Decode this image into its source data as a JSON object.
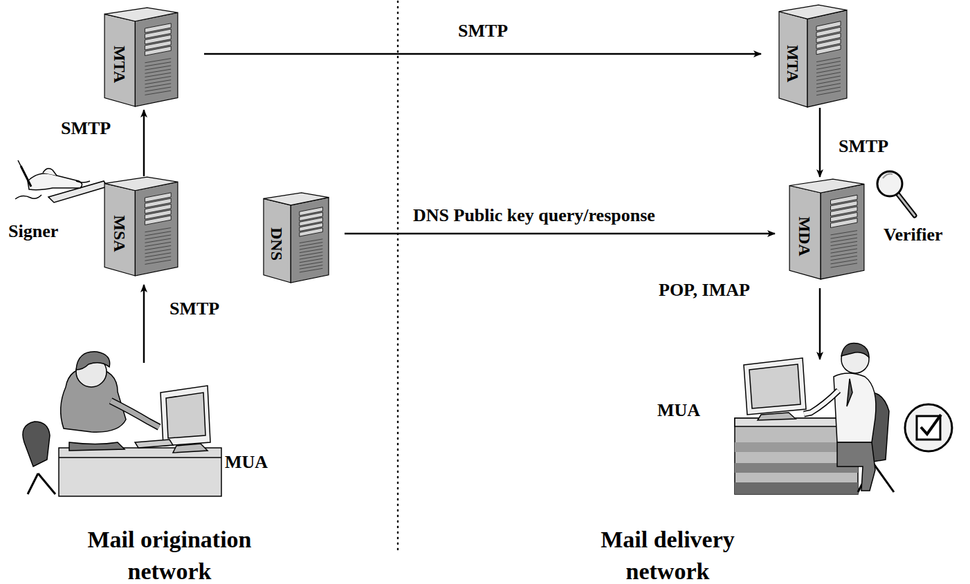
{
  "diagram": {
    "nodes": [
      {
        "text": [
          "MTA"
        ]
      },
      {
        "text": [
          "MTA"
        ]
      },
      {
        "text": [
          "MSA"
        ]
      },
      {
        "text": [
          "DNS"
        ]
      },
      {
        "text": [
          "MDA"
        ]
      },
      {
        "text": [
          "MUA"
        ]
      },
      {
        "text": [
          "MUA"
        ]
      }
    ],
    "edges": [
      {
        "from": 5,
        "to": 2,
        "label": "SMTP",
        "arrow": "to"
      },
      {
        "from": 2,
        "to": 0,
        "label": "SMTP",
        "arrow": "to"
      },
      {
        "from": 0,
        "to": 1,
        "label": "SMTP",
        "arrow": "to"
      },
      {
        "from": 1,
        "to": 4,
        "label": "SMTP",
        "arrow": "to"
      },
      {
        "from": 3,
        "to": 4,
        "label": "DNS Public key query/response",
        "arrow": "to"
      },
      {
        "from": 4,
        "to": 6,
        "label": "POP, IMAP",
        "arrow": "to"
      }
    ],
    "labels": [
      "Signer",
      "Verifier",
      "Mail origination network",
      "Mail delivery network"
    ]
  }
}
